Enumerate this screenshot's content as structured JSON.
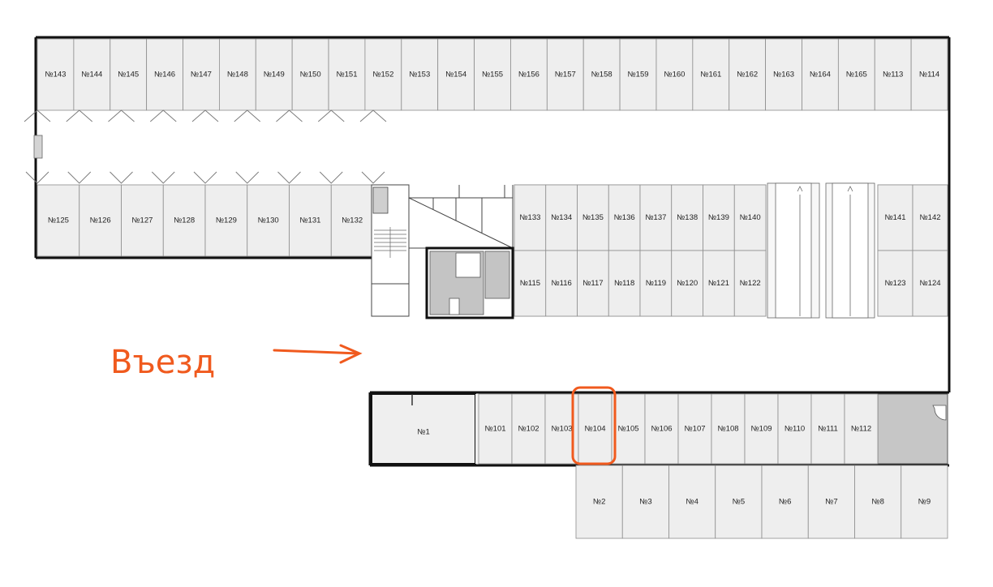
{
  "plan": {
    "entrance_label": "Въезд",
    "accent_color": "#f05a1e",
    "highlighted_spot": "№104",
    "rows": {
      "top_upper": [
        "№143",
        "№144",
        "№145",
        "№146",
        "№147",
        "№148",
        "№149",
        "№150",
        "№151",
        "№152",
        "№153",
        "№154",
        "№155",
        "№156",
        "№157",
        "№158",
        "№159",
        "№160",
        "№161",
        "№162",
        "№163",
        "№164",
        "№165",
        "№113",
        "№114"
      ],
      "top_lower": [
        "№125",
        "№126",
        "№127",
        "№128",
        "№129",
        "№130",
        "№131",
        "№132"
      ],
      "middle_upper": [
        "№133",
        "№134",
        "№135",
        "№136",
        "№137",
        "№138",
        "№139",
        "№140"
      ],
      "middle_upper_right": [
        "№141",
        "№142"
      ],
      "middle_lower": [
        "№115",
        "№116",
        "№117",
        "№118",
        "№119",
        "№120",
        "№121",
        "№122"
      ],
      "middle_lower_right": [
        "№123",
        "№124"
      ],
      "bottom_upper_big": "№1",
      "bottom_upper": [
        "№101",
        "№102",
        "№103",
        "№104",
        "№105",
        "№106",
        "№107",
        "№108",
        "№109",
        "№110",
        "№111",
        "№112"
      ],
      "bottom_lower": [
        "№2",
        "№3",
        "№4",
        "№5",
        "№6",
        "№7",
        "№8",
        "№9"
      ]
    }
  }
}
